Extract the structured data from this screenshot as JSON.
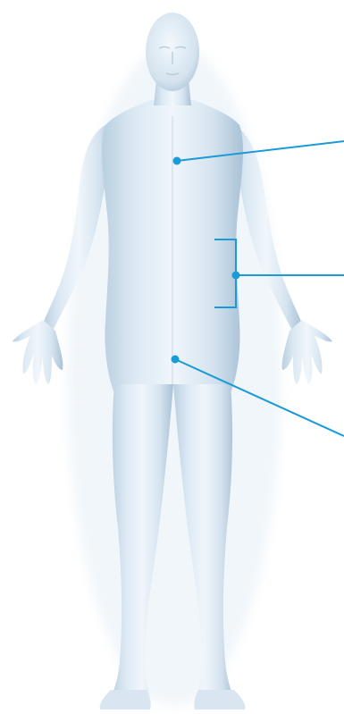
{
  "figure": {
    "body_color_light": "#eef5fb",
    "body_color_mid": "#cfdfec",
    "body_color_shadow": "#9fb8cc",
    "callout_color": "#1a9ad6"
  },
  "callouts": [
    {
      "name": "callout-chest",
      "kind": "point"
    },
    {
      "name": "callout-abdomen-flank",
      "kind": "bracket"
    },
    {
      "name": "callout-groin",
      "kind": "point"
    }
  ]
}
